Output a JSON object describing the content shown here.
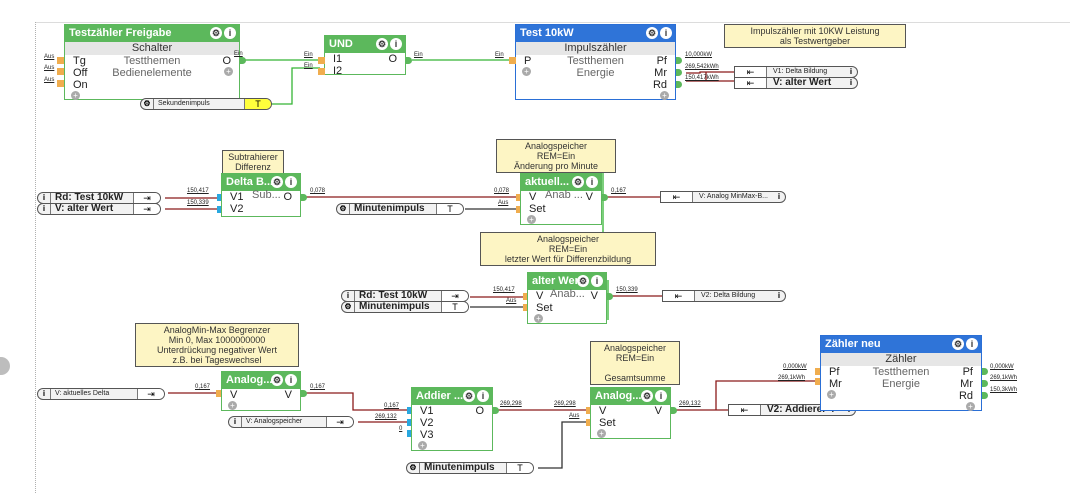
{
  "blocks": {
    "freigabe": {
      "title": "Testzähler Freigabe",
      "type": "Schalter",
      "group": "Testthemen",
      "sub": "Bedienelemente",
      "inputs": [
        "Tg",
        "Off",
        "On"
      ],
      "output": "O",
      "in_labels": [
        "Aus",
        "Aus",
        "Aus"
      ],
      "out_label": "Ein"
    },
    "und": {
      "title": "UND",
      "inputs": [
        "I1",
        "I2"
      ],
      "output": "O",
      "in_labels": [
        "Ein",
        "Ein"
      ],
      "out_label": "Ein"
    },
    "test10kw": {
      "title": "Test 10kW",
      "type": "Impulszähler",
      "group": "Testthemen",
      "sub": "Energie",
      "input": "P",
      "in_label": "Ein",
      "outputs": [
        "Pf",
        "Mr",
        "Rd"
      ],
      "out_labels": [
        "10,000kW",
        "269,542kWh",
        "150,417kWh"
      ]
    },
    "delta": {
      "title": "Delta B...",
      "sub": "Sub...",
      "inputs": [
        "V1",
        "V2"
      ],
      "output": "O",
      "in_labels": [
        "150,417",
        "150,339"
      ],
      "out_label": "0,078"
    },
    "aktuell": {
      "title": "aktuell...",
      "sub": "Anab ...",
      "inputs": [
        "V",
        "Set"
      ],
      "output": "V",
      "in_labels": [
        "0,078",
        "Aus"
      ],
      "out_label": "0,167"
    },
    "alter": {
      "title": "alter Wert",
      "sub": "Anab...",
      "inputs": [
        "V",
        "Set"
      ],
      "output": "V",
      "in_labels": [
        "150,417",
        "Aus"
      ],
      "out_label": "150,339"
    },
    "begrenzer": {
      "title": "Analog...",
      "inputs": [
        "V"
      ],
      "output": "V",
      "in_labels": [
        "0,167"
      ],
      "out_label": "0,167"
    },
    "addierer": {
      "title": "Addier ...",
      "inputs": [
        "V1",
        "V2",
        "V3"
      ],
      "output": "O",
      "in_labels": [
        "0,167",
        "269,132",
        "0"
      ],
      "out_label": "269,298"
    },
    "gesamt": {
      "title": "Analog...",
      "inputs": [
        "V",
        "Set"
      ],
      "output": "V",
      "in_labels": [
        "269,298",
        "Aus"
      ],
      "out_label": "269,132"
    },
    "zaehler": {
      "title": "Zähler neu",
      "type": "Zähler",
      "group": "Testthemen",
      "sub": "Energie",
      "inputs": [
        "Pf",
        "Mr"
      ],
      "in_labels": [
        "0,000kW",
        "269,1kWh"
      ],
      "outputs": [
        "Pf",
        "Mr",
        "Rd"
      ],
      "out_labels": [
        "0,000kW",
        "269,1kWh",
        "150,3kWh"
      ]
    }
  },
  "notes": {
    "impuls": [
      "Impulszähler mit 10KW Leistung",
      "als Testwertgeber"
    ],
    "subtrahierer": [
      "Subtrahierer",
      "Differenz"
    ],
    "aktuell": [
      "Analogspeicher",
      "REM=Ein",
      "Änderung pro Minute"
    ],
    "alter": [
      "Analogspeicher",
      "REM=Ein",
      "letzter Wert für Differenzbildung"
    ],
    "begrenzer": [
      "AnalogMin-Max Begrenzer",
      "Min 0, Max 1000000000",
      "Unterdrückung negativer Wert",
      "z.B. bei Tageswechsel"
    ],
    "gesamt": [
      "Analogspeicher",
      "REM=Ein",
      "",
      "Gesamtsumme"
    ]
  },
  "refs": {
    "sekunden": {
      "text": "Sekundenimpuls",
      "btn": "T"
    },
    "rd_test_1": {
      "text": "Rd: Test 10kW",
      "btn": "⇥"
    },
    "v_alter": {
      "text": "V: alter Wert",
      "btn": "⇥"
    },
    "minuten_1": {
      "text": "Minutenimpuls",
      "btn": "T"
    },
    "rd_test_2": {
      "text": "Rd: Test 10kW",
      "btn": "⇥"
    },
    "minuten_2": {
      "text": "Minutenimpuls",
      "btn": "T"
    },
    "v_delta": {
      "text": "V: aktuelles Delta",
      "btn": "⇥"
    },
    "v_analogspeicher": {
      "text": "V: Analogspeicher",
      "btn": "⇥"
    },
    "minuten_3": {
      "text": "Minutenimpuls",
      "btn": "T"
    }
  },
  "outrefs": {
    "v1_delta": {
      "text": "V1: Delta Bildung",
      "btn": "⇤"
    },
    "v_alter_out": {
      "text": "V: alter Wert",
      "btn": "⇤"
    },
    "v_minmax": {
      "text": "V: Analog MinMax-B...",
      "btn": "⇤"
    },
    "v2_delta": {
      "text": "V2: Delta Bildung",
      "btn": "⇤"
    },
    "v2_addierer": {
      "text": "V2: Addierer 4",
      "btn": "⇤"
    }
  },
  "icons": {
    "gear": "⚙",
    "info": "i",
    "plus": "+"
  }
}
